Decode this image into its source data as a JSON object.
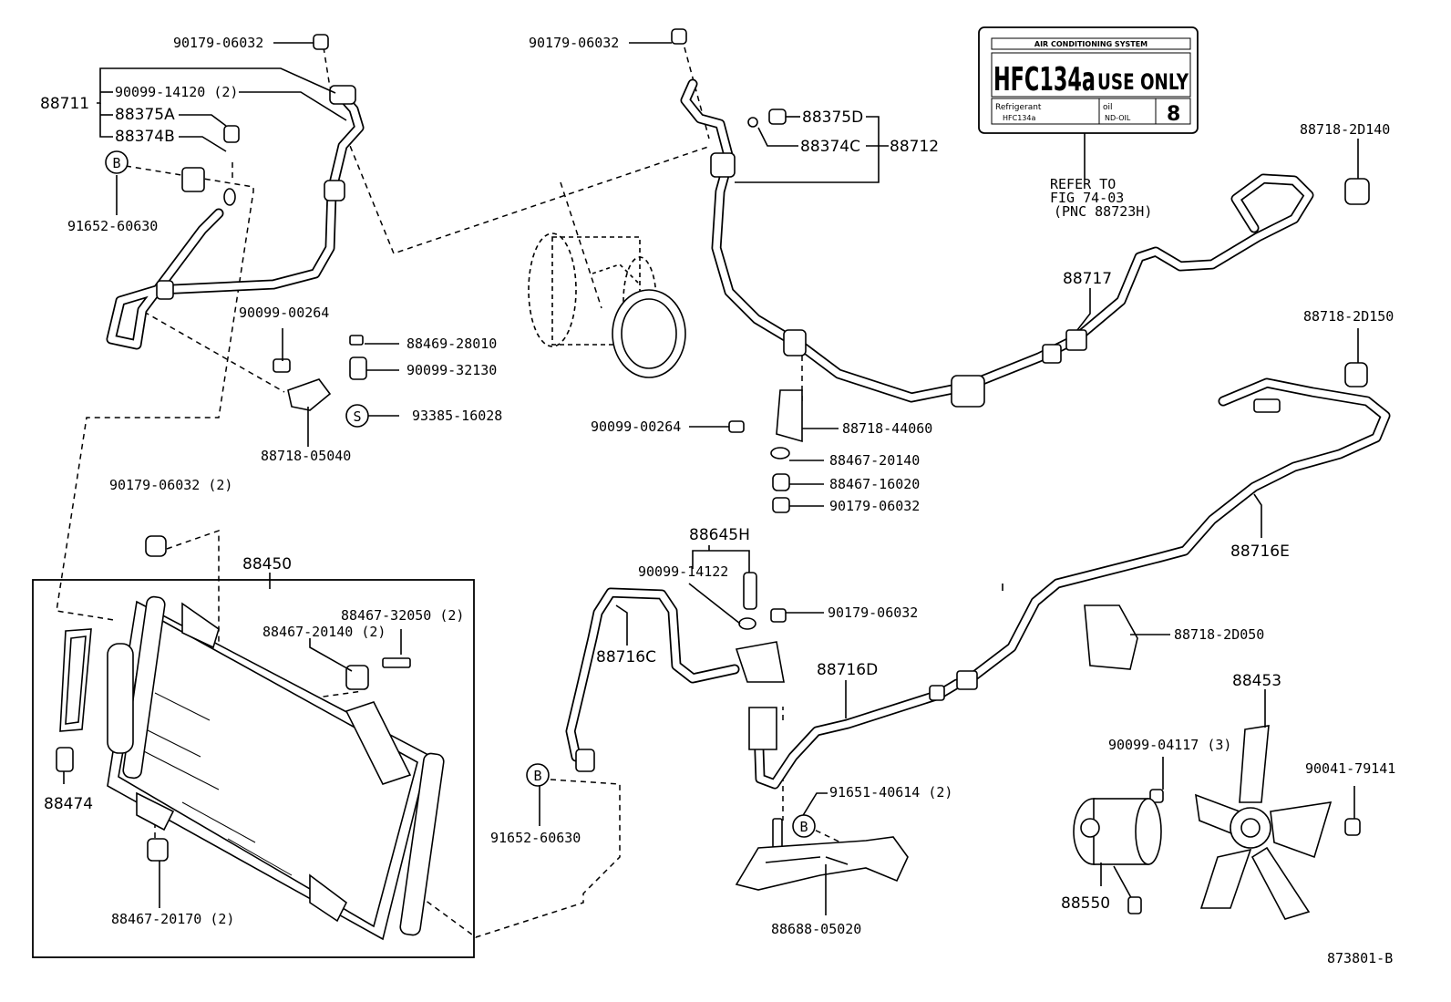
{
  "diagram_ref": "873801-B",
  "label_box": {
    "header": "AIR CONDITIONING SYSTEM",
    "main": "HFC134a",
    "main_suffix": "USE ONLY",
    "refrigerant_label": "Refrigerant",
    "refrigerant_value": "HFC134a",
    "oil_label": "oil",
    "oil_value": "ND-OIL",
    "oil_number": "8"
  },
  "refer_note": {
    "line1": "REFER TO",
    "line2": "FIG 74-03",
    "line3": "(PNC 88723H)"
  },
  "parts": {
    "p01": "90179-06032",
    "p02": "88711",
    "p03": "90099-14120 (2)",
    "p04": "88375A",
    "p05": "88374B",
    "p06": "B",
    "p07": "91652-60630",
    "p08": "90179-06032",
    "p09": "88375D",
    "p10": "88374C",
    "p11": "88712",
    "p12": "88718-2D140",
    "p13": "88717",
    "p14": "90099-00264",
    "p15": "88469-28010",
    "p16": "90099-32130",
    "p17": "S",
    "p18": "93385-16028",
    "p19": "88718-05040",
    "p20": "88718-2D150",
    "p21": "90099-00264",
    "p22": "88718-44060",
    "p23": "88467-20140",
    "p24": "88467-16020",
    "p25": "90179-06032",
    "p26": "90179-06032 (2)",
    "p27": "88450",
    "p28": "88467-32050 (2)",
    "p29": "88467-20140 (2)",
    "p30": "88474",
    "p31": "88467-20170 (2)",
    "p32": "88645H",
    "p33": "90099-14122",
    "p34": "90179-06032",
    "p35": "88716C",
    "p36": "88716D",
    "p37": "88716E",
    "p38": "88718-2D050",
    "p39": "B",
    "p40": "91652-60630",
    "p41": "91651-40614 (2)",
    "p42": "B",
    "p43": "88688-05020",
    "p44": "88453",
    "p45": "90099-04117 (3)",
    "p46": "90041-79141",
    "p47": "88550"
  }
}
